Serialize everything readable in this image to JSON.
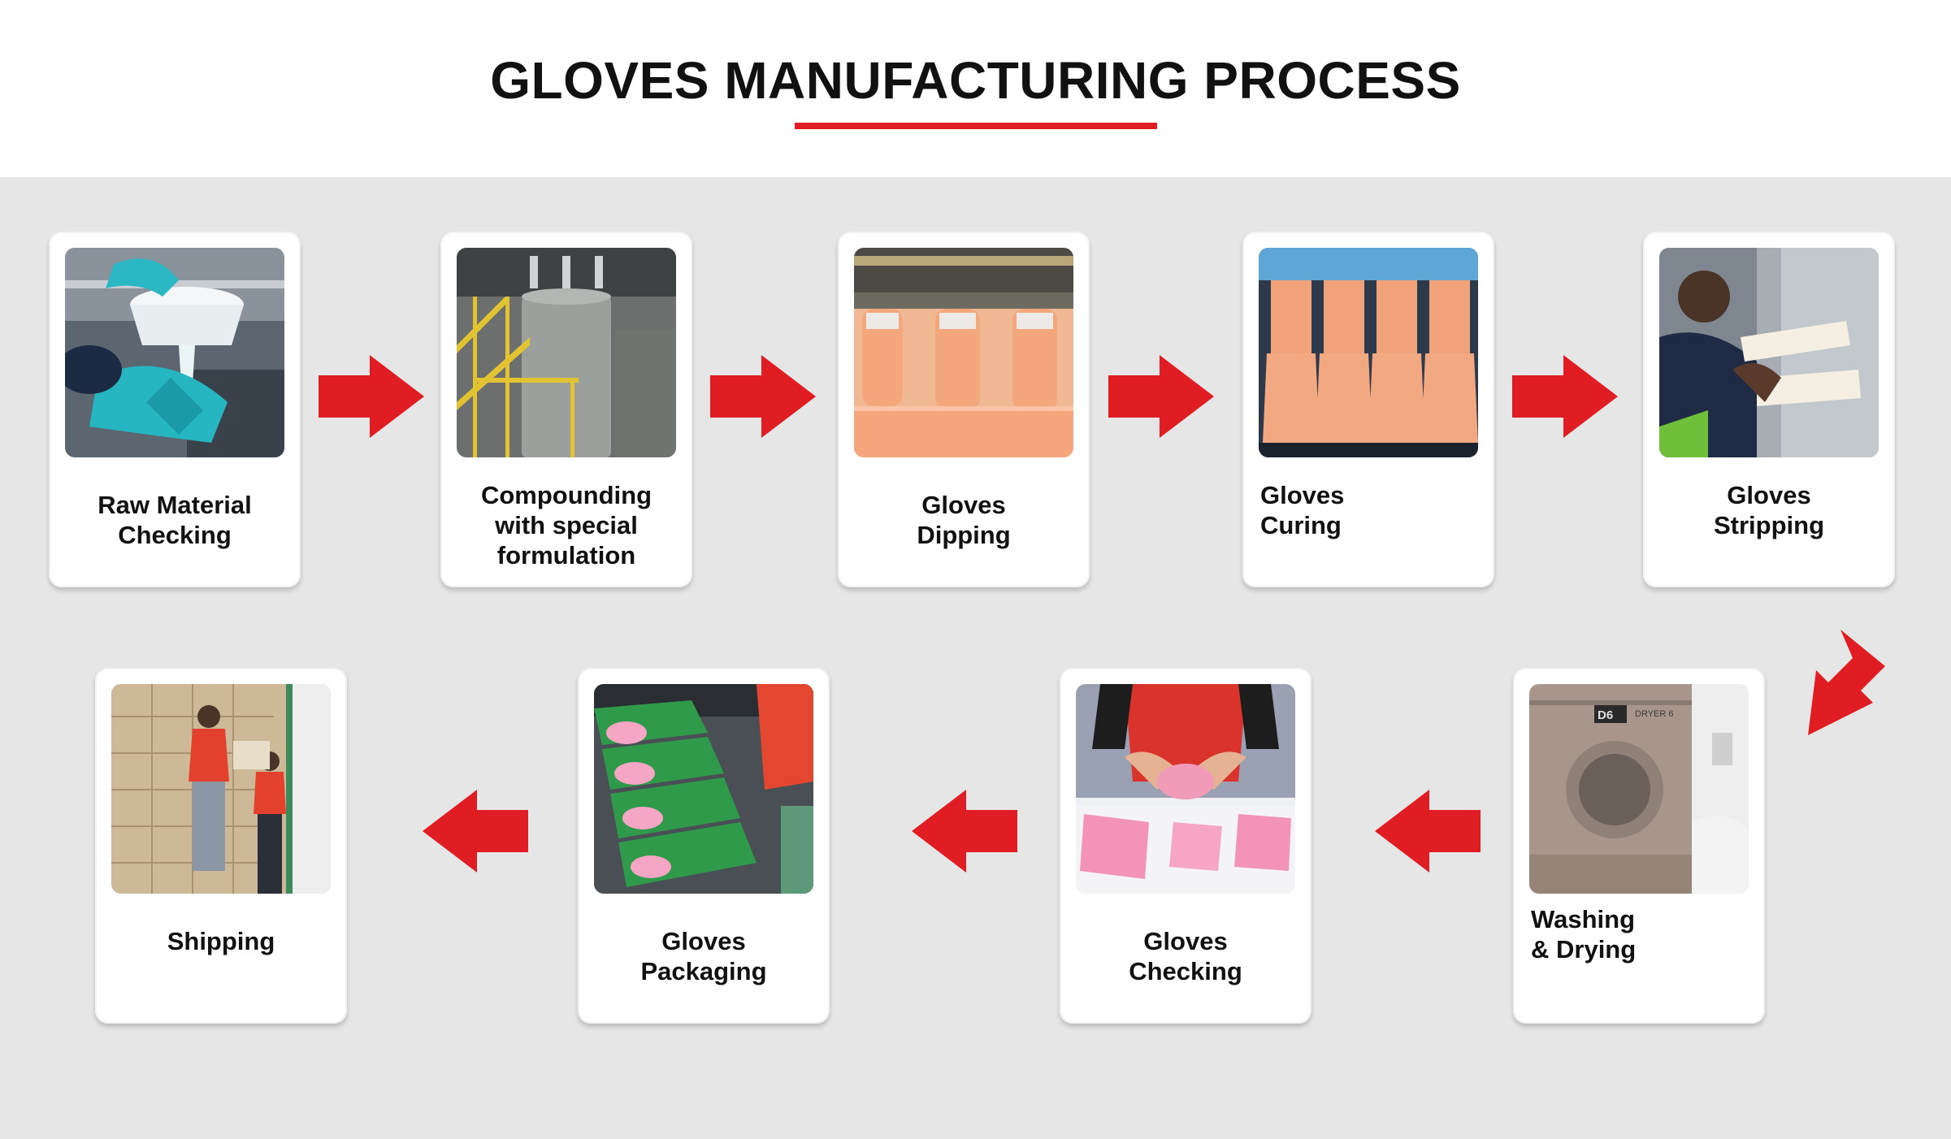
{
  "title": "GLOVES MANUFACTURING PROCESS",
  "accent_color": "#e11d24",
  "steps": [
    {
      "line1": "Raw Material",
      "line2": "Checking",
      "line3": ""
    },
    {
      "line1": "Compounding",
      "line2": "with special",
      "line3": "formulation"
    },
    {
      "line1": "Gloves",
      "line2": "Dipping",
      "line3": ""
    },
    {
      "line1": "Gloves",
      "line2": "Curing",
      "line3": ""
    },
    {
      "line1": "Gloves",
      "line2": "Stripping",
      "line3": ""
    },
    {
      "line1": "Washing",
      "line2": "& Drying",
      "line3": ""
    },
    {
      "line1": "Gloves",
      "line2": "Checking",
      "line3": ""
    },
    {
      "line1": "Gloves",
      "line2": "Packaging",
      "line3": ""
    },
    {
      "line1": "Shipping",
      "line2": "",
      "line3": ""
    }
  ],
  "photo_texts": {
    "dryer_tag": "D6",
    "dryer_label": "DRYER 6"
  }
}
